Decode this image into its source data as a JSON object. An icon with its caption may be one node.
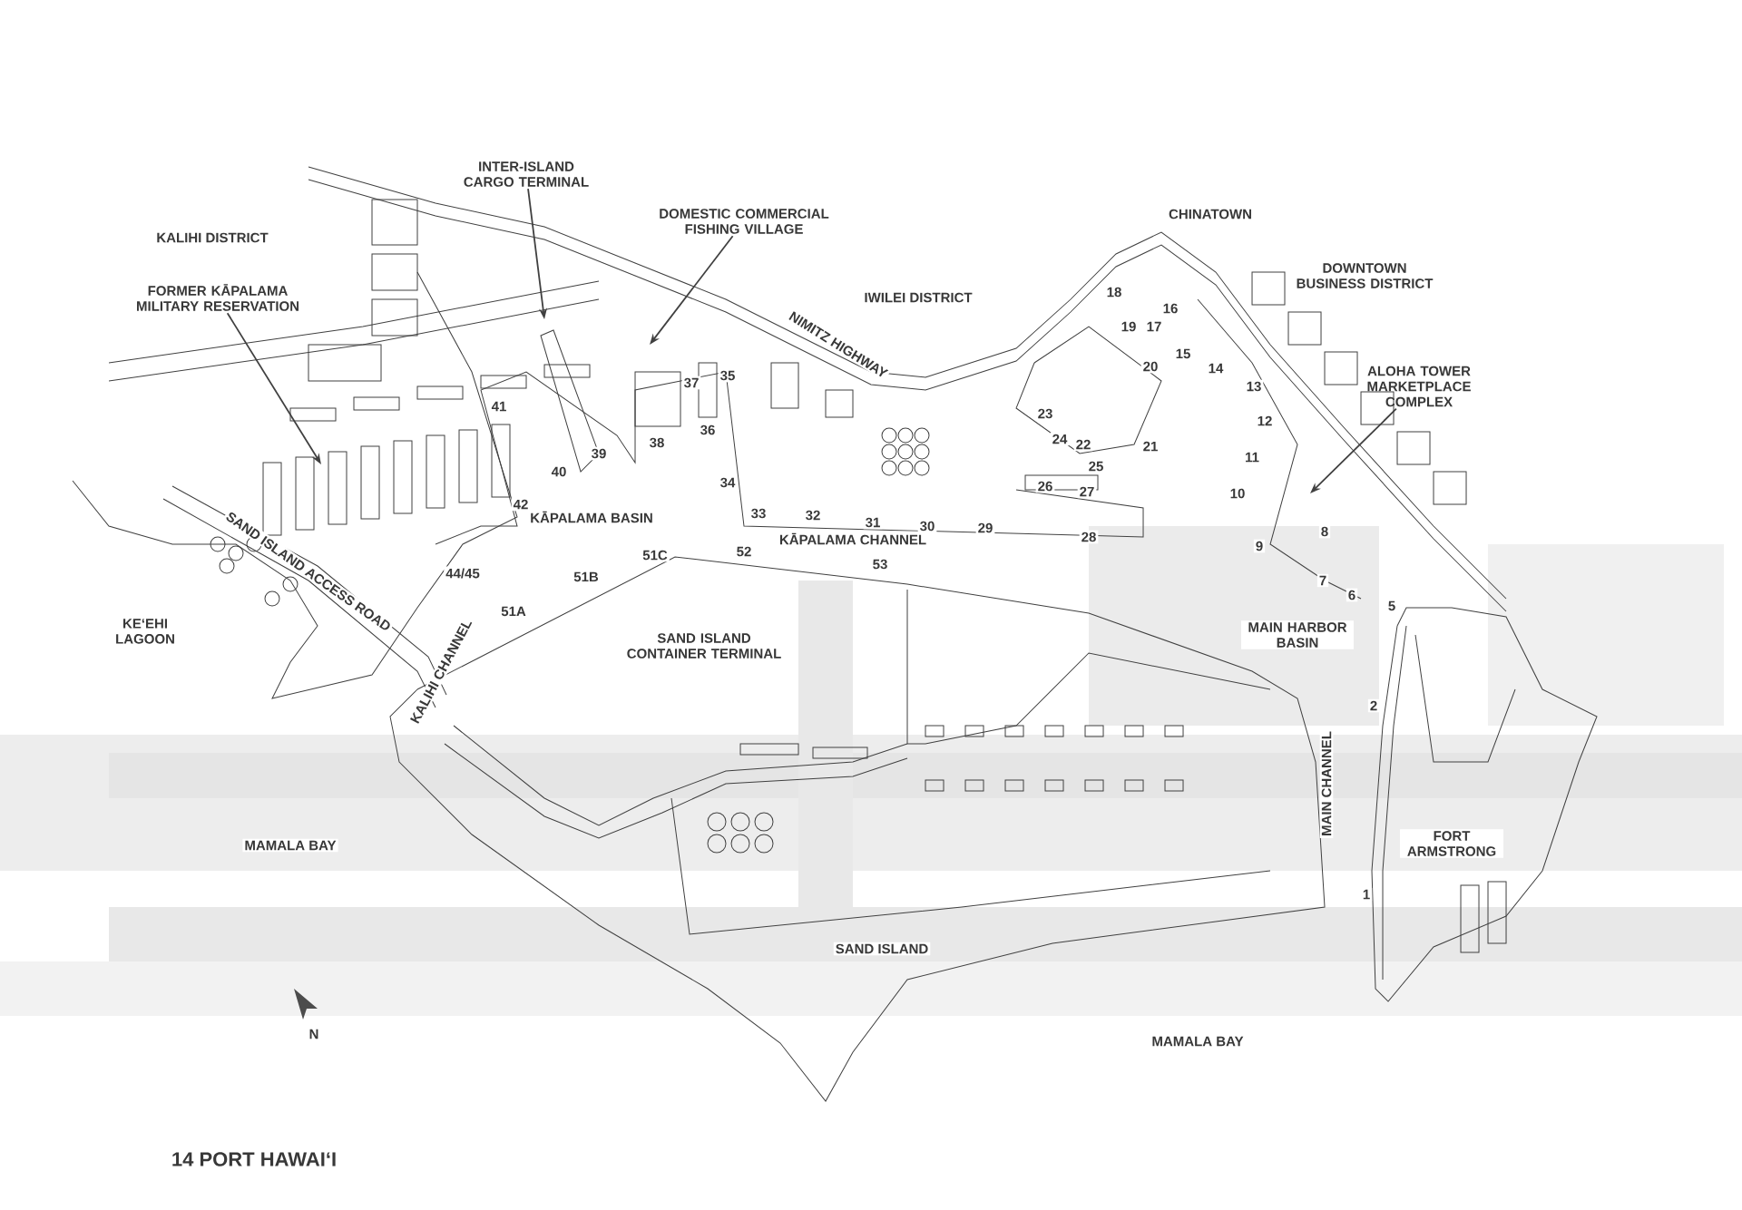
{
  "diagram": {
    "nodes": [
      {
        "text": [
          "INTER-ISLAND CARGO TERMINAL"
        ]
      },
      {
        "text": [
          "DOMESTIC COMMERCIAL FISHING VILLAGE"
        ]
      },
      {
        "text": [
          "FORMER KĀPALAMA MILITARY RESERVATION"
        ]
      },
      {
        "text": [
          "ALOHA TOWER MARKETPLACE COMPLEX"
        ]
      }
    ],
    "edges": [
      {
        "from": 0,
        "to": null,
        "arrow": "to"
      },
      {
        "from": 1,
        "to": null,
        "arrow": "to"
      },
      {
        "from": 2,
        "to": null,
        "arrow": "to"
      },
      {
        "from": 3,
        "to": null,
        "arrow": "to"
      }
    ],
    "labels": [
      "CHINATOWN",
      "KALIHI DISTRICT",
      "DOWNTOWN BUSINESS DISTRICT",
      "IWILEI DISTRICT",
      "18",
      "16",
      "19",
      "17",
      "NIMITZ HIGHWAY",
      "15",
      "20",
      "14",
      "37",
      "35",
      "13",
      "41",
      "23",
      "12",
      "36",
      "38",
      "24",
      "22",
      "21",
      "39",
      "11",
      "40",
      "25",
      "34",
      "26",
      "27",
      "10",
      "42",
      "KĀPALAMA BASIN",
      "33",
      "32",
      "31",
      "30",
      "29",
      "8",
      "KĀPALAMA CHANNEL",
      "28",
      "9",
      "51C",
      "52",
      "53",
      "SAND ISLAND ACCESS ROAD",
      "44/45",
      "51B",
      "7",
      "6",
      "5",
      "51A",
      "KE‘EHI LAGOON",
      "SAND ISLAND CONTAINER TERMINAL",
      "MAIN HARBOR BASIN",
      "KALIHI CHANNEL",
      "2",
      "MAIN CHANNEL",
      "FORT ARMSTRONG",
      "MAMALA BAY",
      "1",
      "SAND ISLAND",
      "N",
      "MAMALA BAY",
      "14 PORT HAWAI‘I"
    ]
  }
}
